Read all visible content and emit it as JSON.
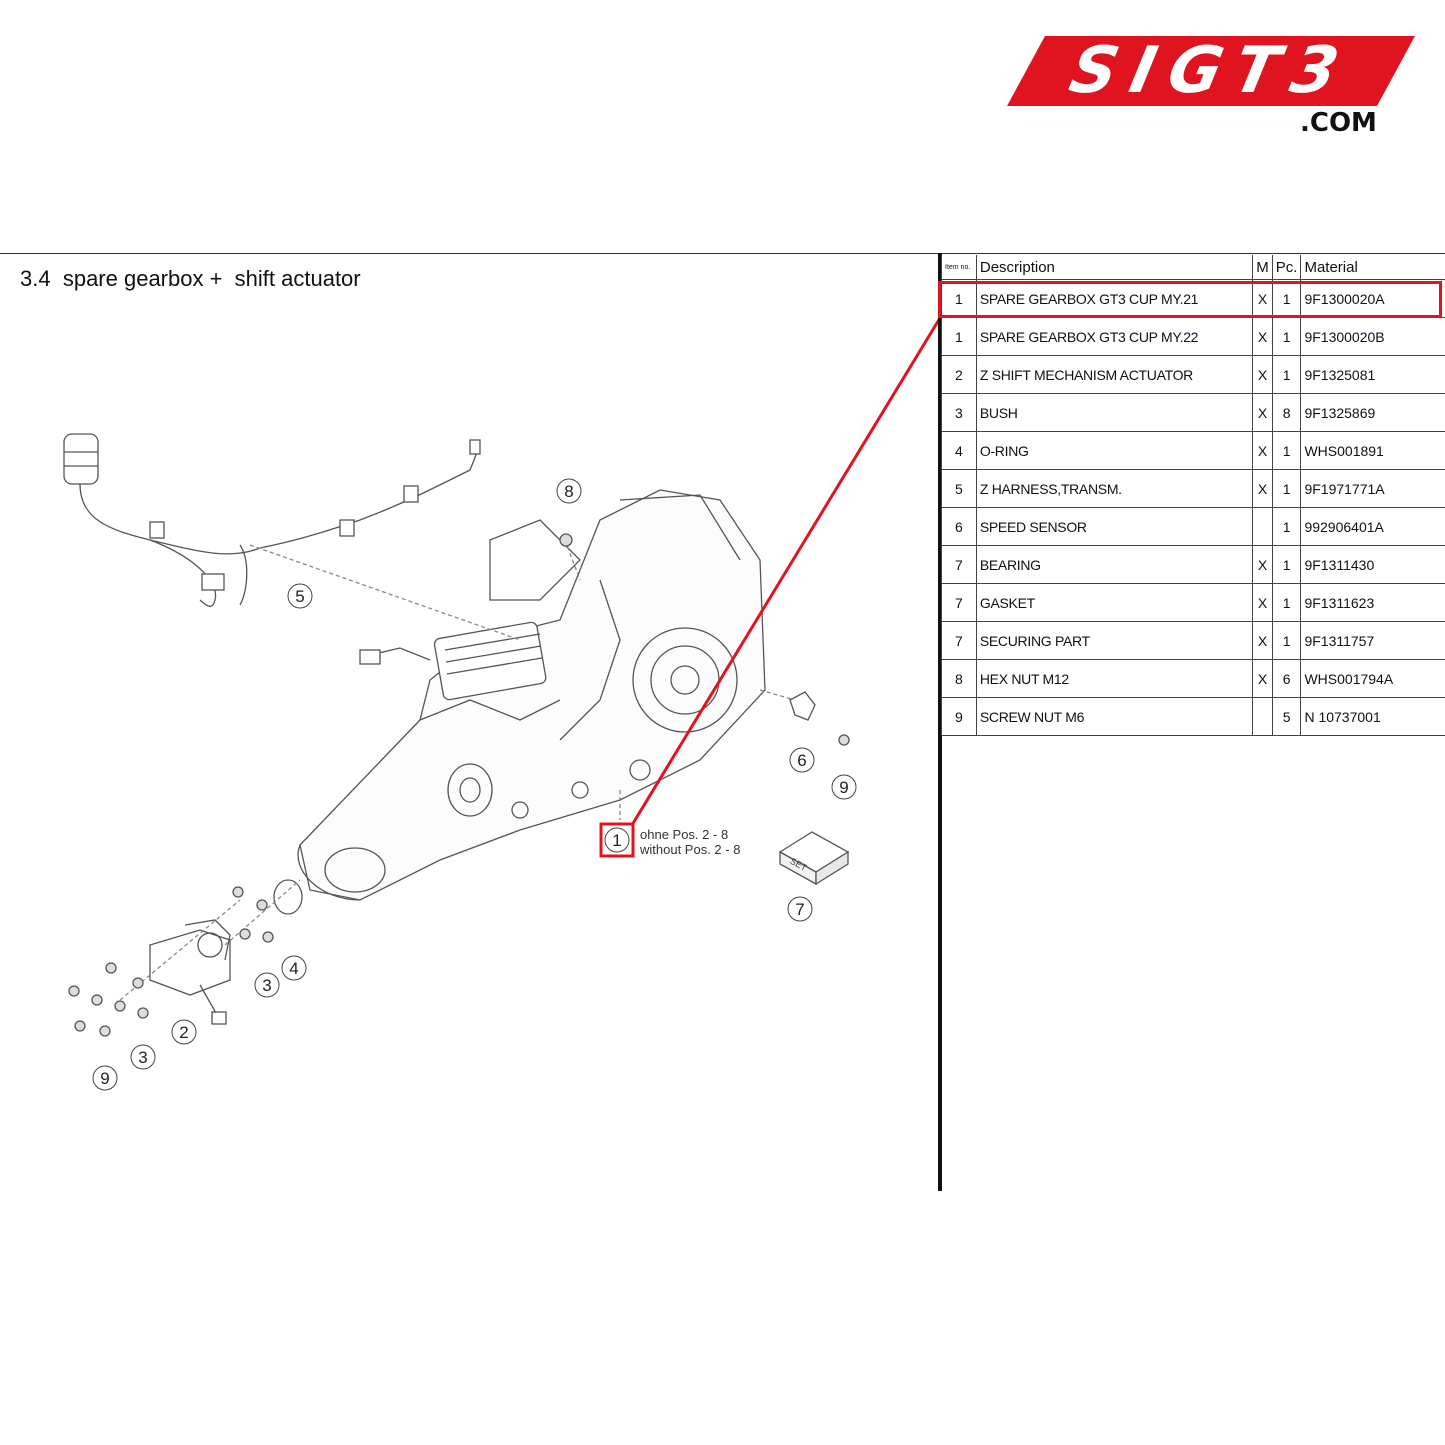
{
  "brand": {
    "logo_text": "SIGT3",
    "logo_suffix": ".COM",
    "color": "#e0141e"
  },
  "section": {
    "number": "3.4",
    "title": "spare gearbox +  shift actuator"
  },
  "diagram": {
    "callouts": [
      "8",
      "5",
      "6",
      "9",
      "1",
      "7",
      "4",
      "3",
      "2",
      "3",
      "9"
    ],
    "note_de": "ohne Pos. 2 - 8",
    "note_en": "without Pos. 2 - 8",
    "set_label": "SET"
  },
  "table": {
    "headers": {
      "item": "Item no.",
      "description": "Description",
      "m": "M",
      "pc": "Pc.",
      "material": "Material"
    },
    "rows": [
      {
        "item": "1",
        "description": "SPARE GEARBOX GT3 CUP MY.21",
        "m": "X",
        "pc": "1",
        "material": "9F1300020A"
      },
      {
        "item": "1",
        "description": "SPARE GEARBOX GT3 CUP MY.22",
        "m": "X",
        "pc": "1",
        "material": "9F1300020B"
      },
      {
        "item": "2",
        "description": "Z SHIFT MECHANISM ACTUATOR",
        "m": "X",
        "pc": "1",
        "material": "9F1325081"
      },
      {
        "item": "3",
        "description": "BUSH",
        "m": "X",
        "pc": "8",
        "material": "9F1325869"
      },
      {
        "item": "4",
        "description": "O-RING",
        "m": "X",
        "pc": "1",
        "material": "WHS001891"
      },
      {
        "item": "5",
        "description": "Z HARNESS,TRANSM.",
        "m": "X",
        "pc": "1",
        "material": "9F1971771A"
      },
      {
        "item": "6",
        "description": "SPEED SENSOR",
        "m": "",
        "pc": "1",
        "material": "992906401A"
      },
      {
        "item": "7",
        "description": "BEARING",
        "m": "X",
        "pc": "1",
        "material": "9F1311430"
      },
      {
        "item": "7",
        "description": "GASKET",
        "m": "X",
        "pc": "1",
        "material": "9F1311623"
      },
      {
        "item": "7",
        "description": "SECURING PART",
        "m": "X",
        "pc": "1",
        "material": "9F1311757"
      },
      {
        "item": "8",
        "description": "HEX NUT M12",
        "m": "X",
        "pc": "6",
        "material": "WHS001794A"
      },
      {
        "item": "9",
        "description": "SCREW NUT M6",
        "m": "",
        "pc": "5",
        "material": "N 10737001"
      }
    ]
  }
}
